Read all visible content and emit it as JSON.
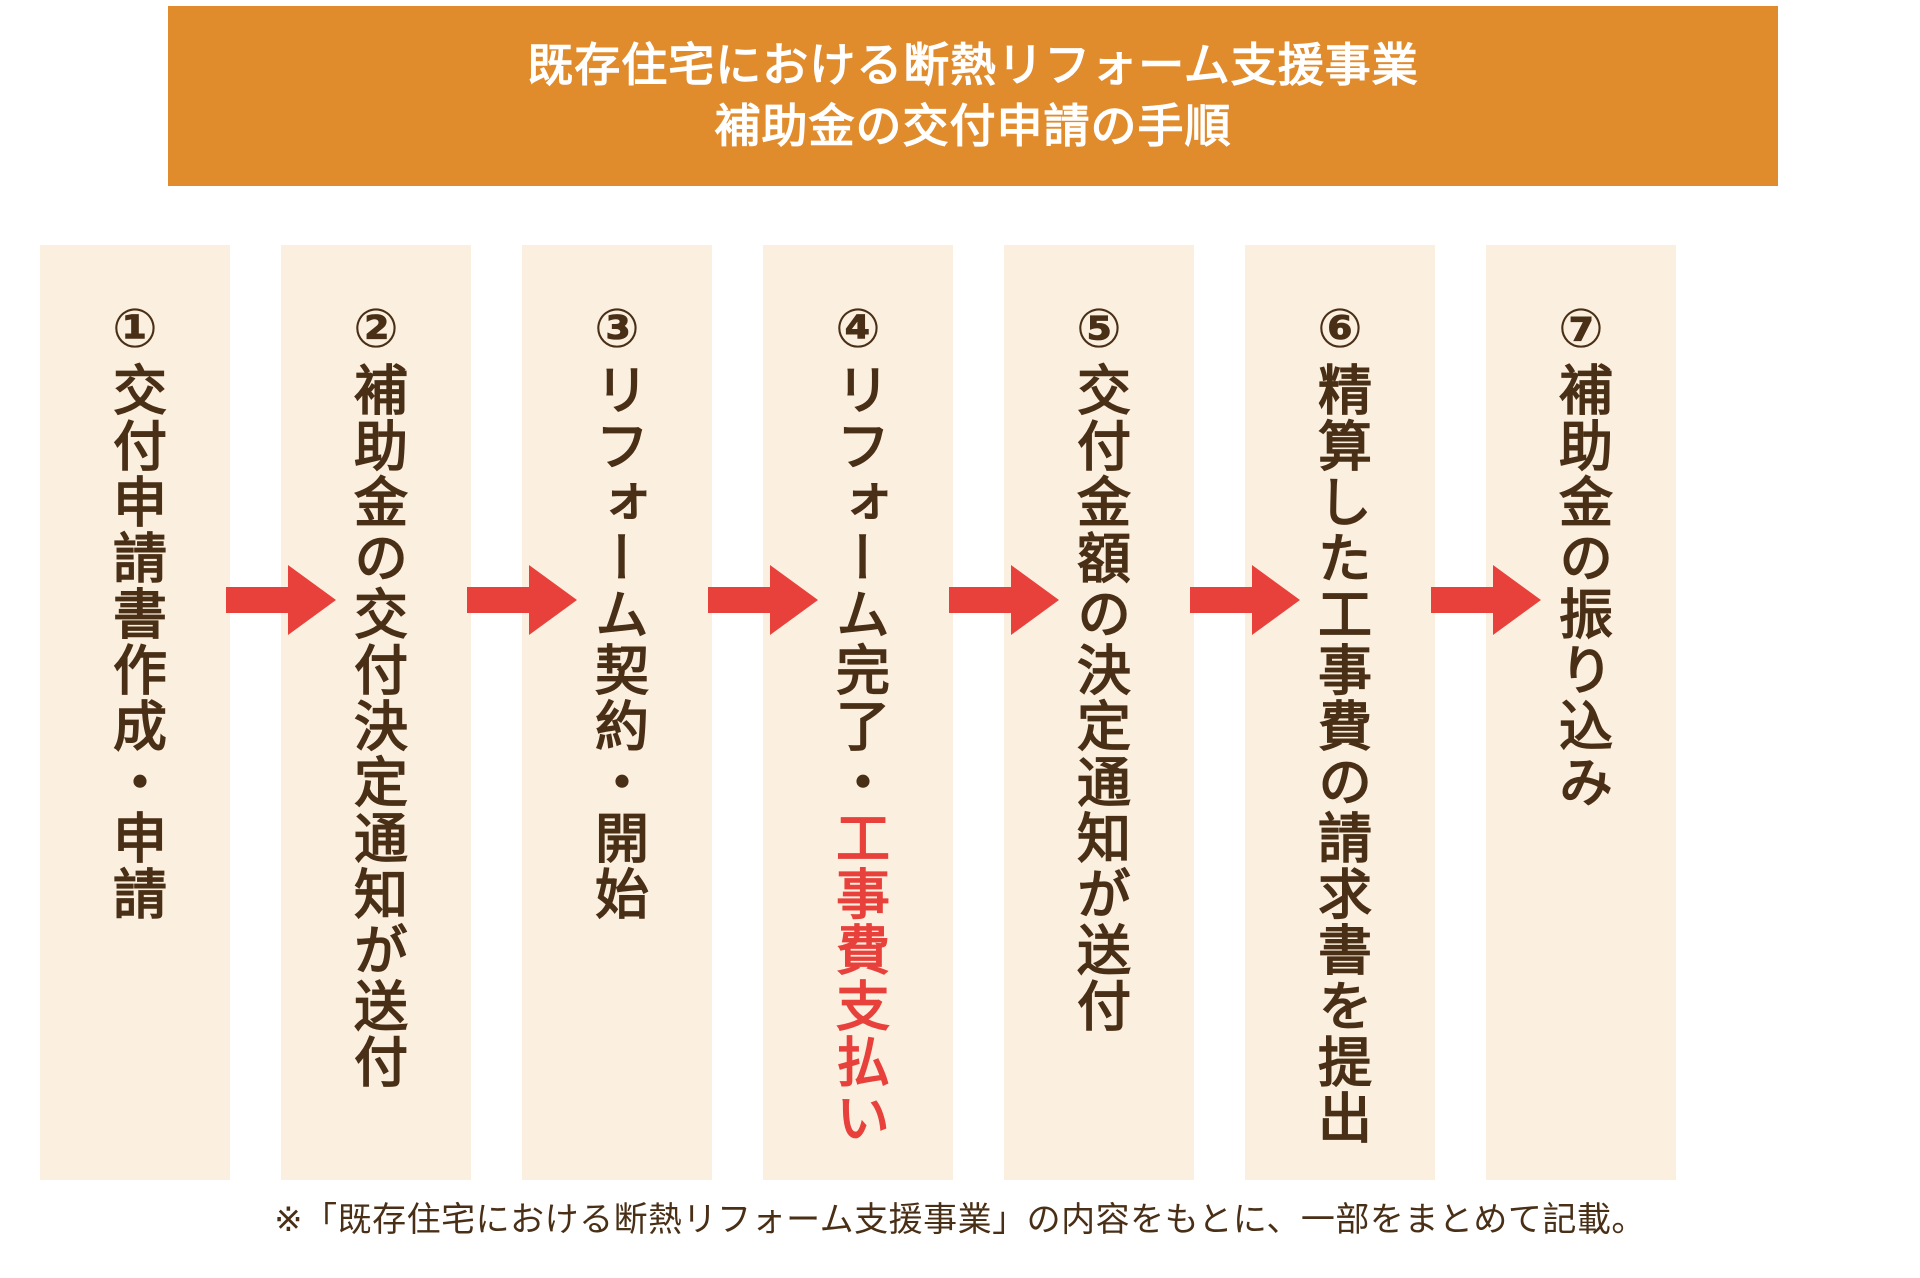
{
  "header": {
    "title_line1": "既存住宅における断熱リフォーム支援事業",
    "title_line2": "補助金の交付申請の手順",
    "background_color": "#E08B2C",
    "text_color": "#FFFFFF"
  },
  "flow": {
    "column_background_color": "#FBF0DF",
    "text_color": "#4A2F17",
    "accent_color": "#E8413C",
    "arrow_color": "#E8413C",
    "steps": [
      {
        "number": "①",
        "label": "交付申請書作成・申請",
        "full": "①交付申請書作成・申請",
        "accent": false
      },
      {
        "number": "②",
        "label": "補助金の交付決定通知が送付",
        "full": "②補助金の交付決定通知が送付",
        "accent": false
      },
      {
        "number": "③",
        "label": "リフォーム契約・開始",
        "full": "③リフォーム契約・開始",
        "accent": false
      },
      {
        "number": "④",
        "label": "リフォーム完了・",
        "accent_label": "工事費支払い",
        "full": "④リフォーム完了・工事費支払い",
        "accent": true
      },
      {
        "number": "⑤",
        "label": "交付金額の決定通知が送付",
        "full": "⑤交付金額の決定通知が送付",
        "accent": false
      },
      {
        "number": "⑥",
        "label": "精算した工事費の請求書を提出",
        "full": "⑥精算した工事費の請求書を提出",
        "accent": false
      },
      {
        "number": "⑦",
        "label": "補助金の振り込み",
        "full": "⑦補助金の振り込み",
        "accent": false
      }
    ],
    "arrows": [
      {
        "icon": "arrow-right-icon"
      },
      {
        "icon": "arrow-right-icon"
      },
      {
        "icon": "arrow-right-icon"
      },
      {
        "icon": "arrow-right-icon"
      },
      {
        "icon": "arrow-right-icon"
      },
      {
        "icon": "arrow-right-icon"
      }
    ]
  },
  "footnote": {
    "text": "※「既存住宅における断熱リフォーム支援事業」の内容をもとに、一部をまとめて記載。"
  }
}
